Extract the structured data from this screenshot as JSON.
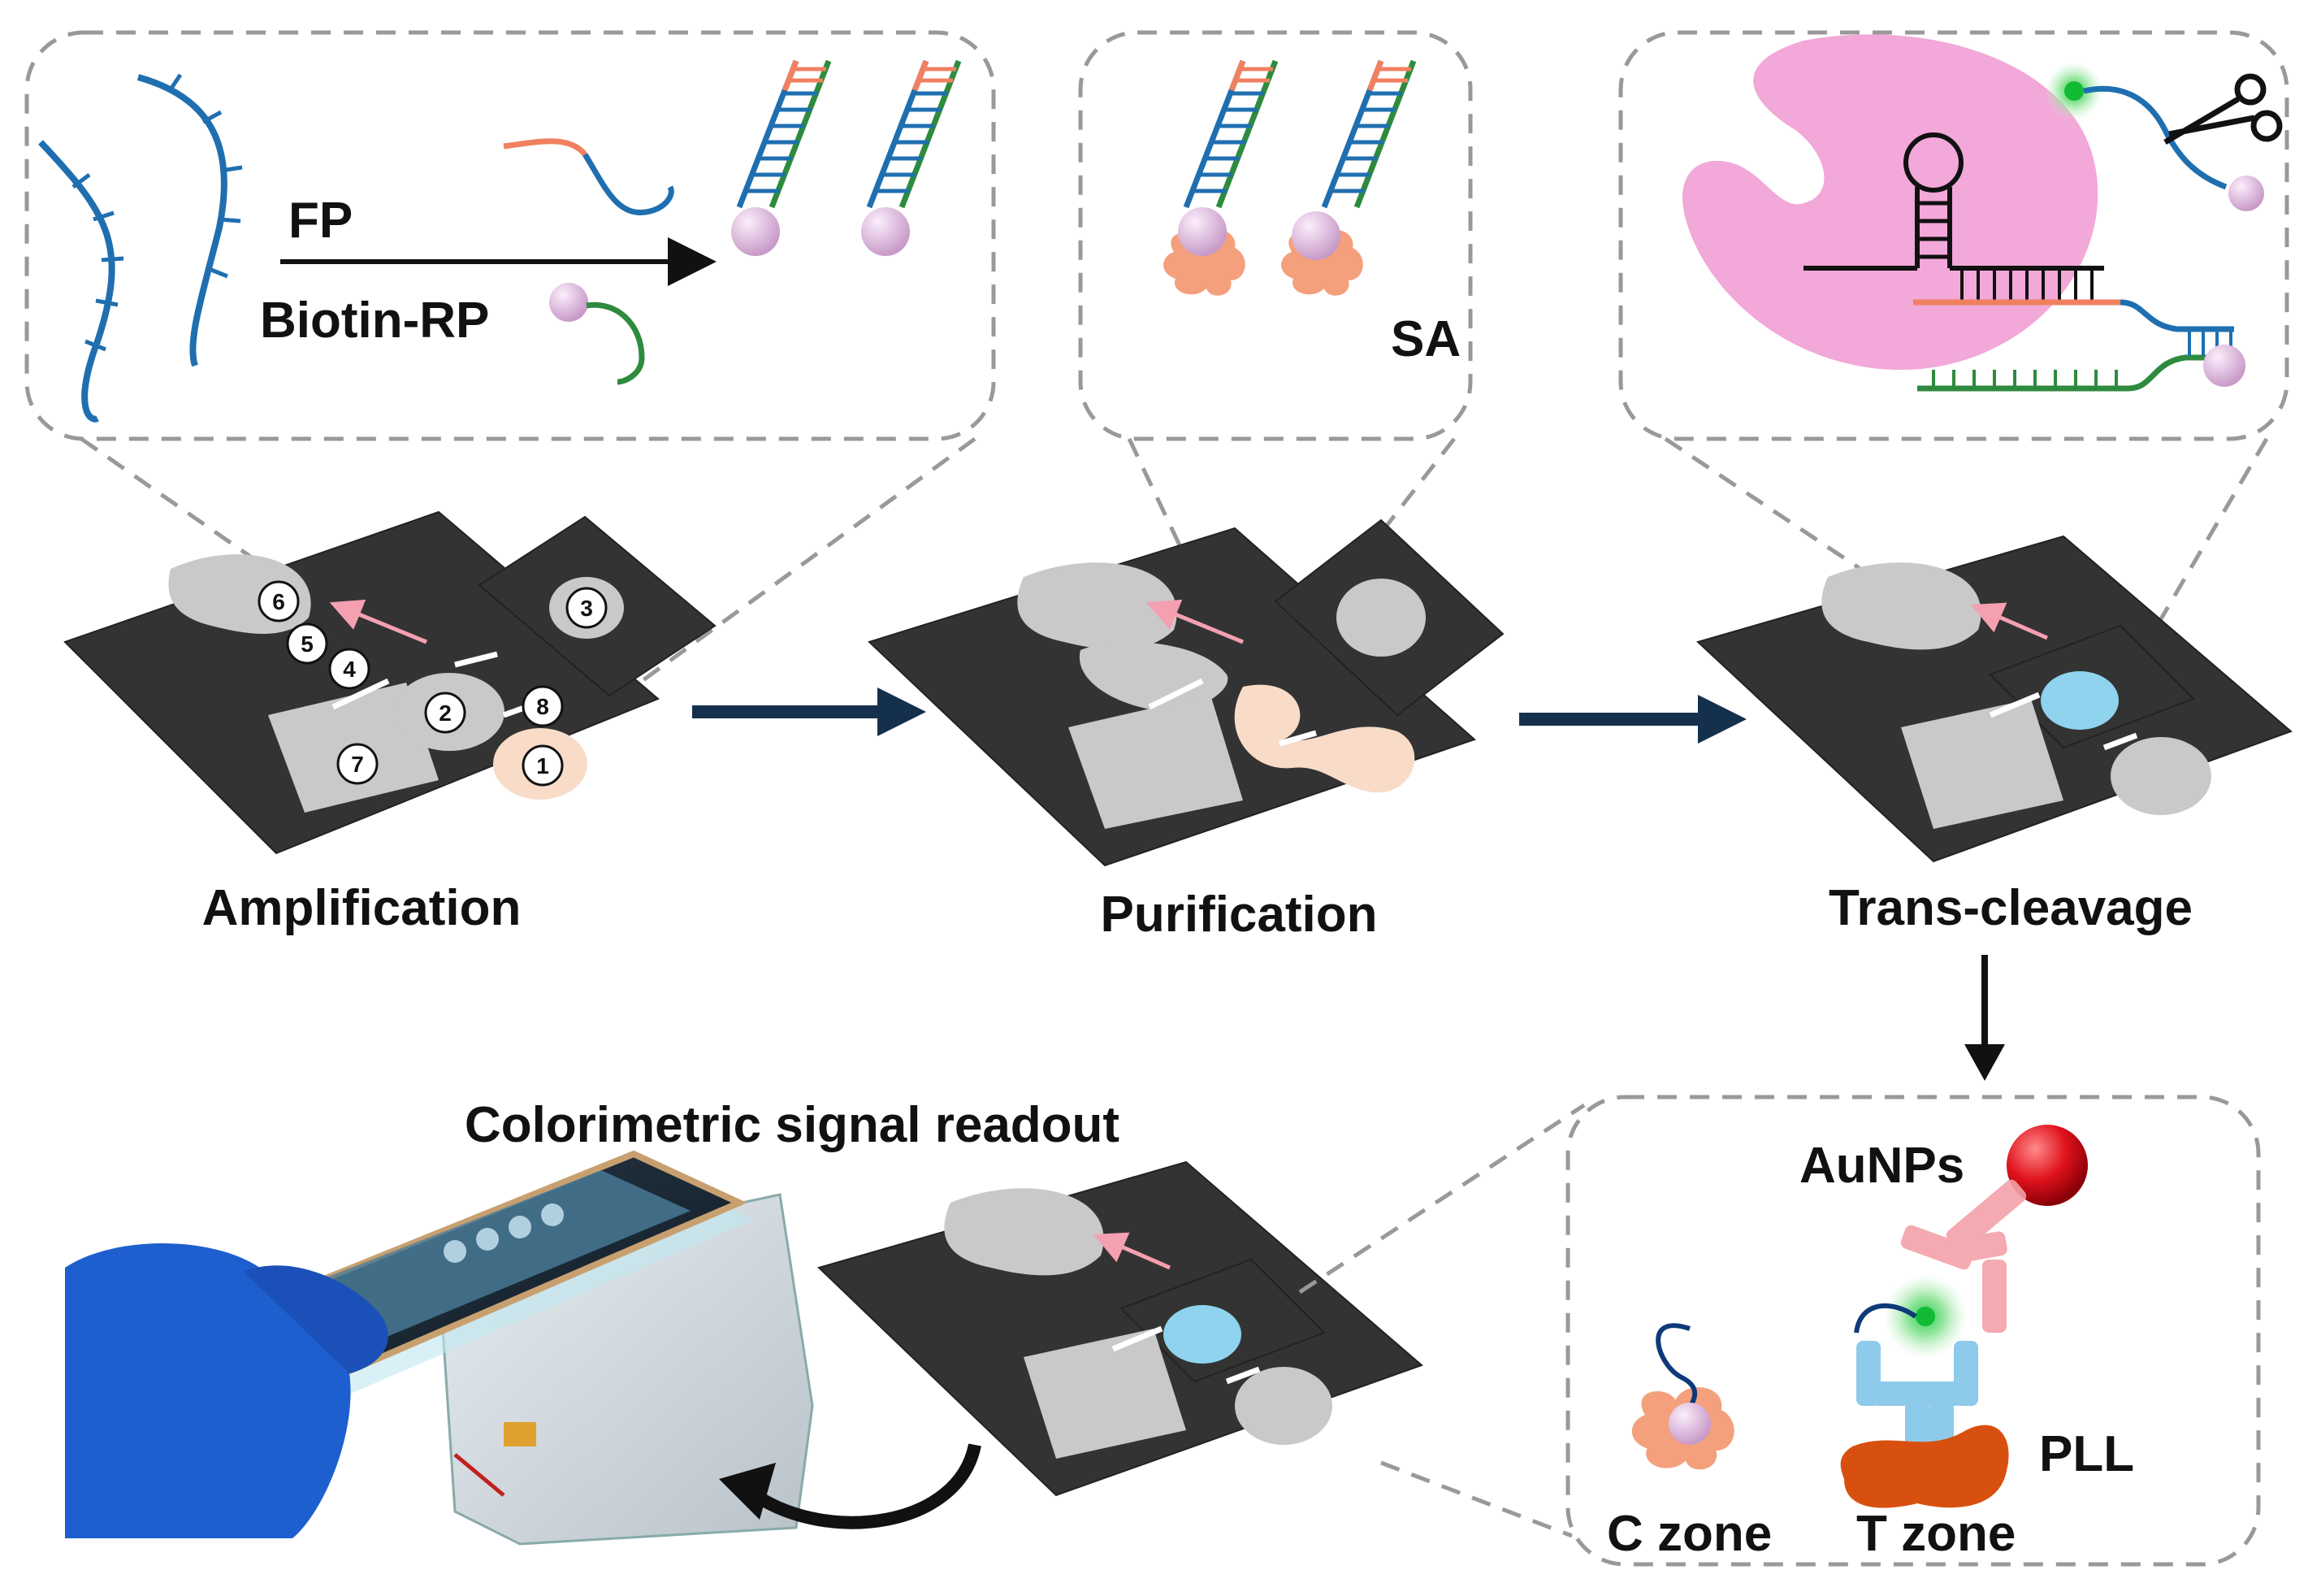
{
  "steps": {
    "amplification": "Amplification",
    "purification": "Purification",
    "trans_cleavage": "Trans-cleavage",
    "readout": "Colorimetric signal readout"
  },
  "amplification_panel": {
    "fp": "FP",
    "biotin_rp": "Biotin-RP"
  },
  "purification_panel": {
    "sa": "SA"
  },
  "detection_panel": {
    "aunps": "AuNPs",
    "pll": "PLL",
    "c_zone": "C zone",
    "t_zone": "T zone"
  },
  "chip_numbers": [
    "6",
    "5",
    "4",
    "3",
    "2",
    "8",
    "1",
    "7"
  ],
  "colors": {
    "dna_blue": "#1f6fb0",
    "dna_green": "#2e8b3e",
    "primer_orange": "#f08060",
    "biotin_pink": "#dcb4dc",
    "sa_salmon": "#f4a07c",
    "cas_pink": "#f2a8d8",
    "chip_dark": "#333333",
    "chip_well": "#c9c9c9",
    "purified_peach": "#f8dcc8",
    "readout_blue": "#8fd3ef",
    "aunp_red": "#e0121c",
    "antibody_pink": "#f5a0a8",
    "antibody_blue": "#88c8e8",
    "pll_orange": "#d85010",
    "arrow_navy": "#15304d"
  }
}
